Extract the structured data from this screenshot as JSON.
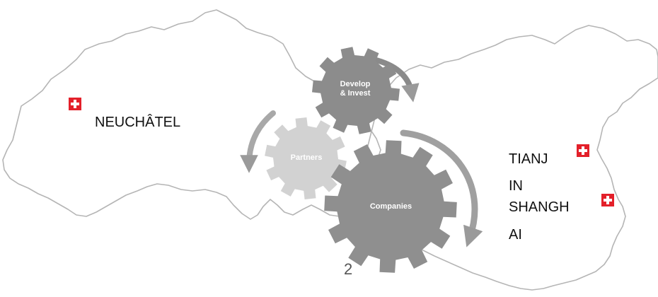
{
  "gears": {
    "develop": "Develop\n& Invest",
    "partners": "Partners",
    "companies": "Companies"
  },
  "places": {
    "neuchatel": "NEUCHÂTEL",
    "tianjin_line1": "TIANJ",
    "tianjin_line2": "IN",
    "shanghai_line1": "SHANGH",
    "shanghai_line2": "AI"
  },
  "page_number": "2",
  "colors": {
    "map_outline": "#b5b5b5",
    "gear_develop": "#8c8c8c",
    "gear_partners": "#d2d2d2",
    "gear_companies": "#8f8f8f",
    "arrow": "#9a9a9a",
    "flag_red": "#e3202a"
  }
}
